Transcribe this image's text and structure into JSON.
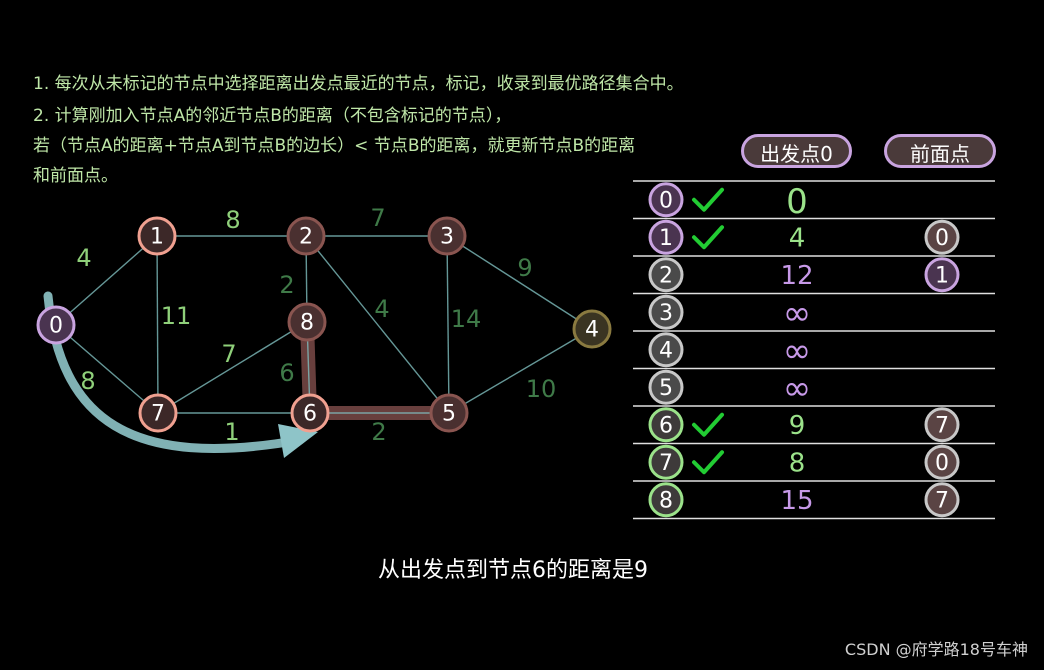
{
  "instructions": {
    "line1": "1. 每次从未标记的节点中选择距离出发点最近的节点，标记，收录到最优路径集合中。",
    "line2": "2. 计算刚加入节点A的邻近节点B的距离（不包含标记的节点），",
    "line3": "若（节点A的距离+节点A到节点B的边长）< 节点B的距离，就更新节点B的距离",
    "line4": "和前面点。"
  },
  "table": {
    "header_distance": "出发点0",
    "header_previous": "前面点",
    "rows": [
      {
        "node": "0",
        "checked": true,
        "distance": "0",
        "previous": ""
      },
      {
        "node": "1",
        "checked": true,
        "distance": "4",
        "previous": "0"
      },
      {
        "node": "2",
        "checked": false,
        "distance": "12",
        "previous": "1"
      },
      {
        "node": "3",
        "checked": false,
        "distance": "∞",
        "previous": ""
      },
      {
        "node": "4",
        "checked": false,
        "distance": "∞",
        "previous": ""
      },
      {
        "node": "5",
        "checked": false,
        "distance": "∞",
        "previous": ""
      },
      {
        "node": "6",
        "checked": true,
        "distance": "9",
        "previous": "7"
      },
      {
        "node": "7",
        "checked": true,
        "distance": "8",
        "previous": "0"
      },
      {
        "node": "8",
        "checked": false,
        "distance": "15",
        "previous": "7"
      }
    ]
  },
  "graph": {
    "nodes": [
      "0",
      "1",
      "2",
      "3",
      "4",
      "5",
      "6",
      "7",
      "8"
    ],
    "edges": [
      {
        "from": "0",
        "to": "1",
        "weight": "4"
      },
      {
        "from": "0",
        "to": "7",
        "weight": "8"
      },
      {
        "from": "1",
        "to": "2",
        "weight": "8"
      },
      {
        "from": "1",
        "to": "7",
        "weight": "11"
      },
      {
        "from": "2",
        "to": "3",
        "weight": "7"
      },
      {
        "from": "2",
        "to": "8",
        "weight": "2"
      },
      {
        "from": "2",
        "to": "5",
        "weight": "4"
      },
      {
        "from": "3",
        "to": "4",
        "weight": "9"
      },
      {
        "from": "3",
        "to": "5",
        "weight": "14"
      },
      {
        "from": "4",
        "to": "5",
        "weight": "10"
      },
      {
        "from": "5",
        "to": "6",
        "weight": "2"
      },
      {
        "from": "6",
        "to": "7",
        "weight": "1"
      },
      {
        "from": "6",
        "to": "8",
        "weight": "6"
      },
      {
        "from": "7",
        "to": "8",
        "weight": "7"
      }
    ]
  },
  "caption": "从出发点到节点6的距离是9",
  "watermark": "CSDN @府学路18号车神",
  "colors": {
    "visited_fill": "#3a2a2a",
    "visited_stroke": "#f0a090",
    "unvisited_fill": "#4a3030",
    "unvisited_stroke": "#8a5550",
    "start_stroke": "#c9a4e0",
    "node4_stroke": "#8a7a40",
    "checkmark": "#22cc33",
    "distance_green": "#9be28a",
    "distance_purple": "#c799e8",
    "edge": "#7fbdbd"
  }
}
